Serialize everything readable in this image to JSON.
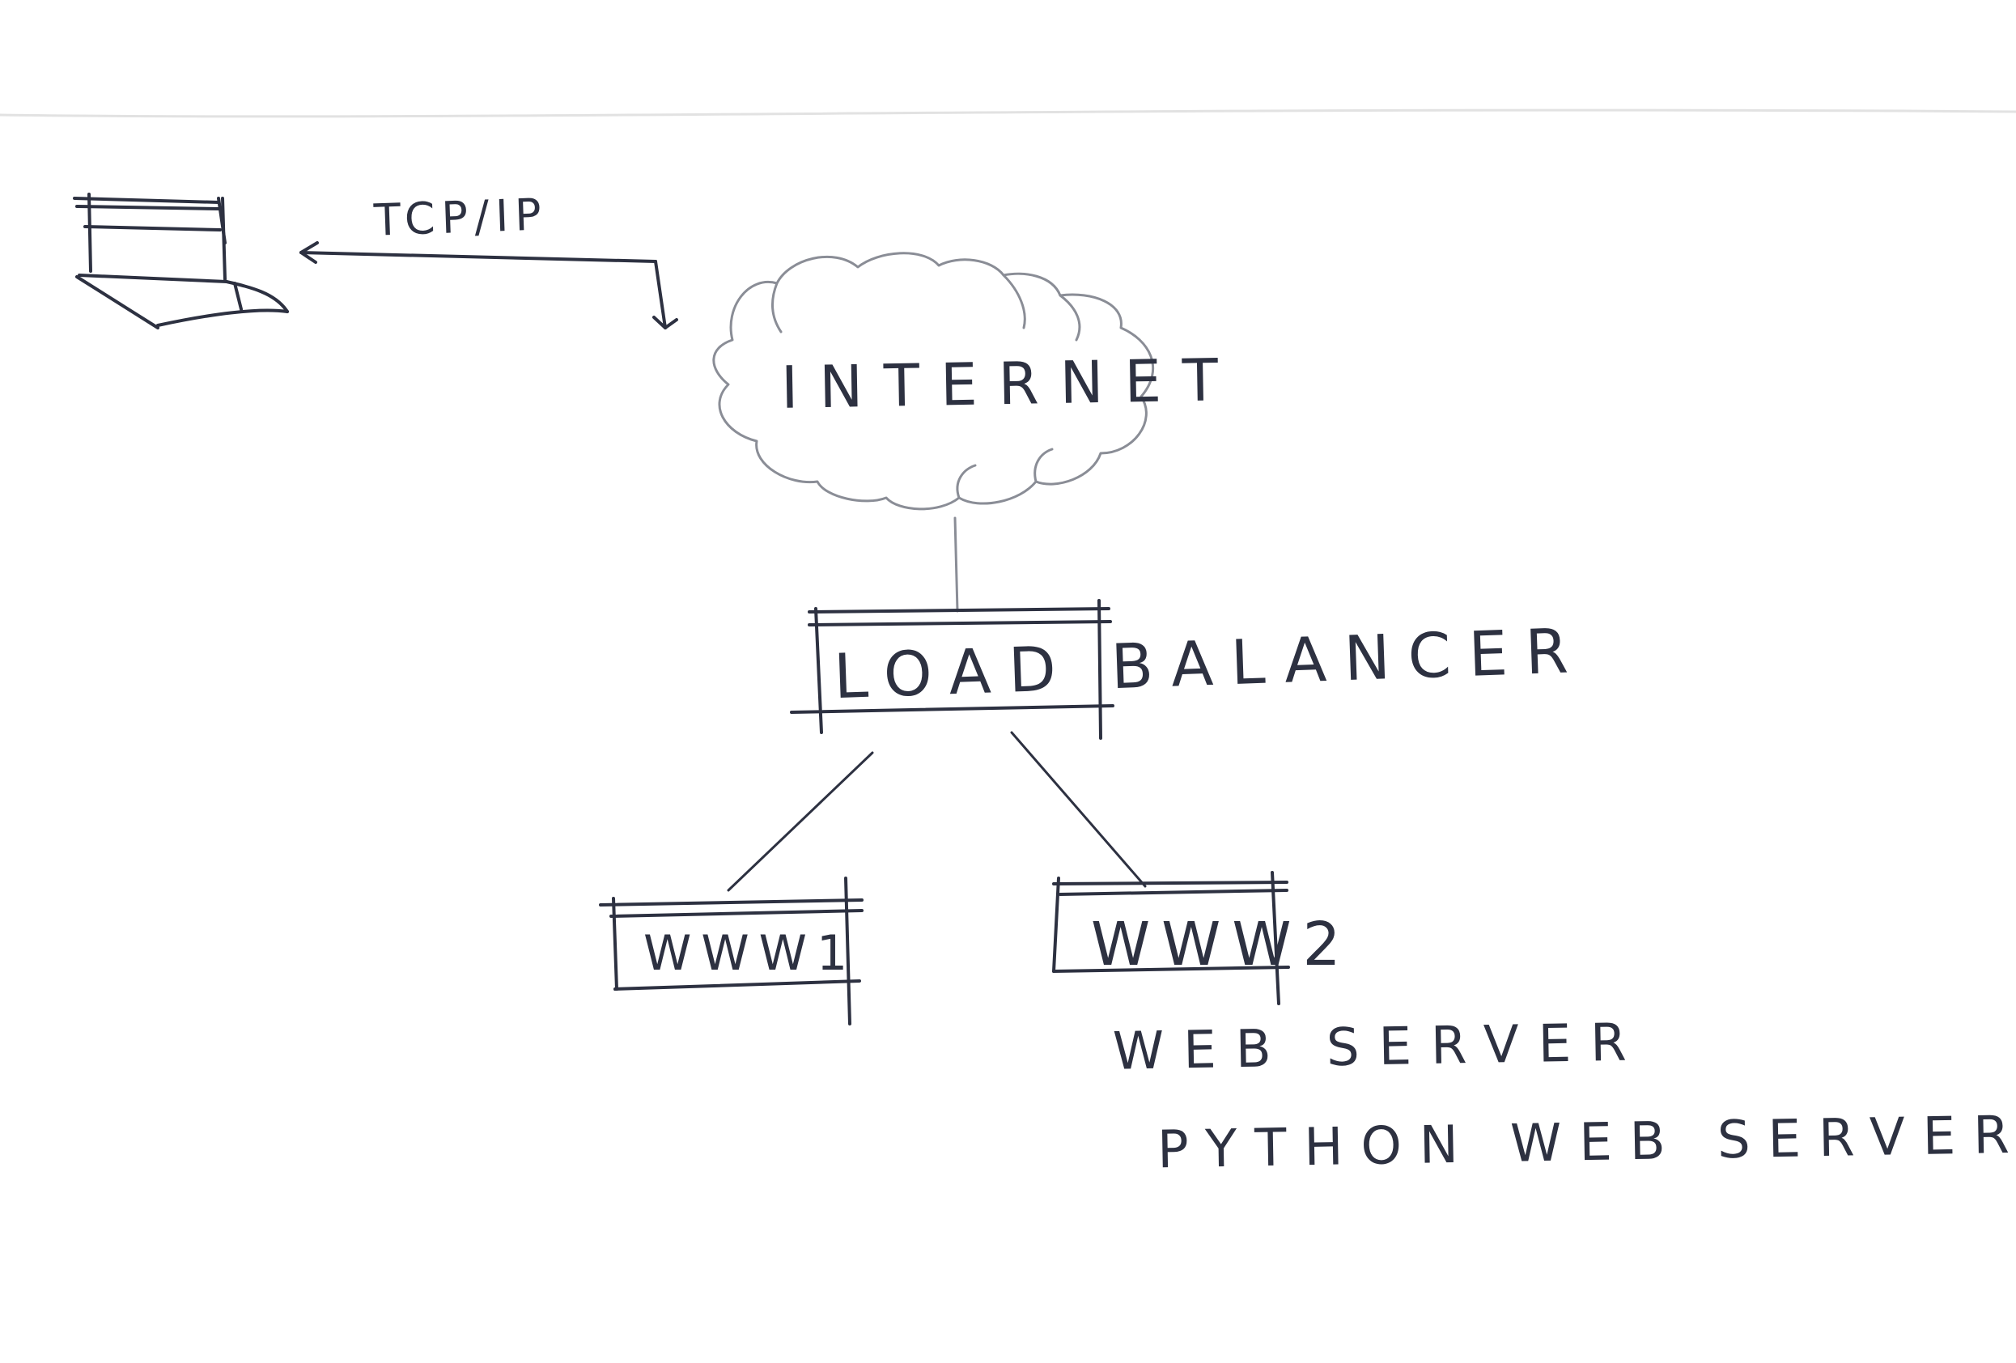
{
  "diagram": {
    "labels": {
      "protocol": "TCP/IP",
      "cloud": "INTERNET",
      "load_balancer": "LOAD BALANCER",
      "server_1": "WWW1",
      "server_2": "WWW2",
      "note_1": "WEB SERVER",
      "note_2": "PYTHON WEB SERVER"
    },
    "colors": {
      "ink": "#2d3141",
      "paper": "#ffffff",
      "pencil_gray": "#8a8d96"
    },
    "icons": {
      "client": "laptop-icon",
      "network": "cloud-icon"
    }
  }
}
